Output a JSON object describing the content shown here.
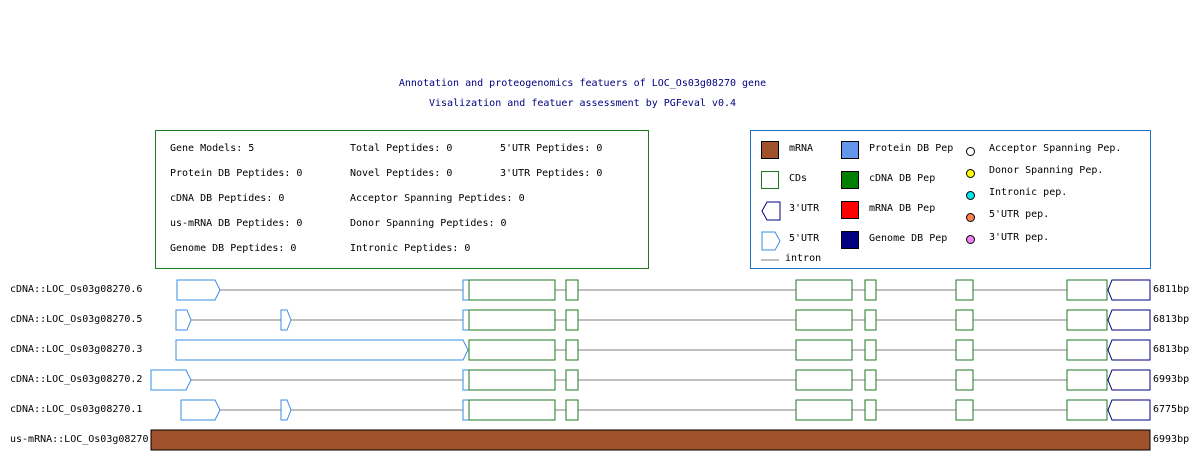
{
  "title_line1": "Annotation and proteogenomics featuers of LOC_Os03g08270 gene",
  "title_line2": "Visalization and featuer assessment by PGFeval v0.4",
  "stats": {
    "gene_models": "Gene Models: 5",
    "protein_db": "Protein DB Peptides: 0",
    "cdna_db": "cDNA DB Peptides: 0",
    "us_mrna_db": "us-mRNA DB Peptides: 0",
    "genome_db": "Genome DB Peptides: 0",
    "total": "Total Peptides: 0",
    "novel": "Novel Peptides: 0",
    "acceptor": "Acceptor Spanning Peptides: 0",
    "donor": "Donor Spanning Peptides: 0",
    "intronic": "Intronic Peptides: 0",
    "utr5": "5'UTR Peptides: 0",
    "utr3": "3'UTR Peptides: 0"
  },
  "legend": {
    "mrna": "mRNA",
    "cds": "CDs",
    "utr3": "3'UTR",
    "utr5": "5'UTR",
    "intron": "intron",
    "protein_db_pep": "Protein DB Pep",
    "cdna_db_pep": "cDNA DB Pep",
    "mrna_db_pep": "mRNA DB Pep",
    "genome_db_pep": "Genome DB Pep",
    "acceptor_pep": "Acceptor Spanning Pep.",
    "donor_pep": "Donor Spanning Pep.",
    "intronic_pep": "Intronic pep.",
    "utr5_pep": "5'UTR pep.",
    "utr3_pep": "3'UTR pep."
  },
  "colors": {
    "title": "#000080",
    "mrna": "#a0522d",
    "cds": "#1f7a1f",
    "utr5": "#3a8ee6",
    "utr3": "#000080",
    "intron": "#c0c0c0",
    "protein_db_pep": "#6495ed",
    "cdna_db_pep": "#008000",
    "mrna_db_pep": "#ff0000",
    "genome_db_pep": "#000080",
    "acceptor_pep": "#ffffff",
    "donor_pep": "#ffff00",
    "intronic_pep": "#00e5ee",
    "utr5_pep": "#ff7f50",
    "utr3_pep": "#ee82ee"
  },
  "tracks": [
    {
      "label": "cDNA::LOC_Os03g08270.6",
      "length": "6811bp"
    },
    {
      "label": "cDNA::LOC_Os03g08270.5",
      "length": "6813bp"
    },
    {
      "label": "cDNA::LOC_Os03g08270.3",
      "length": "6813bp"
    },
    {
      "label": "cDNA::LOC_Os03g08270.2",
      "length": "6993bp"
    },
    {
      "label": "cDNA::LOC_Os03g08270.1",
      "length": "6775bp"
    },
    {
      "label": "us-mRNA::LOC_Os03g08270",
      "length": "6993bp"
    }
  ]
}
